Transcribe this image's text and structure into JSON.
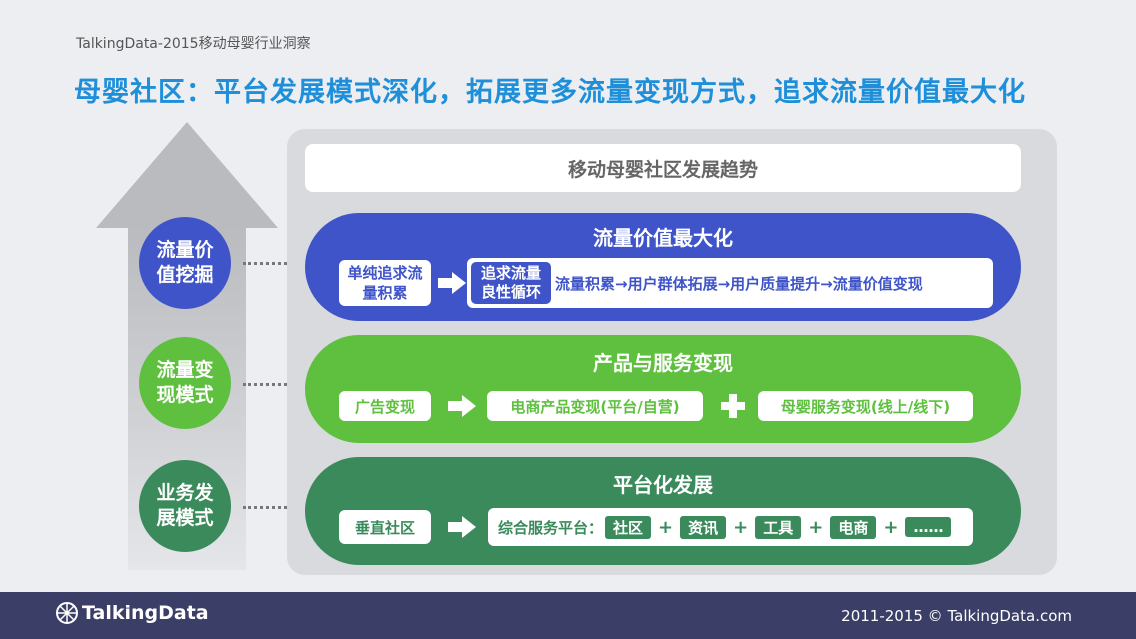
{
  "header": {
    "topline": "TalkingData-2015移动母婴行业洞察",
    "title": "母婴社区：平台发展模式深化，拓展更多流量变现方式，追求流量价值最大化"
  },
  "side_labels": [
    {
      "text": "流量价值挖掘"
    },
    {
      "text": "流量变现模式"
    },
    {
      "text": "业务发展模式"
    }
  ],
  "panel": {
    "title": "移动母婴社区发展趋势",
    "row1": {
      "title": "流量价值最大化",
      "left_box": "单纯追求流量积累",
      "tag": "追求流量良性循环",
      "chain": "流量积累→用户群体拓展→用户质量提升→流量价值变现"
    },
    "row2": {
      "title": "产品与服务变现",
      "box1": "广告变现",
      "box2": "电商产品变现(平台/自营)",
      "box3": "母婴服务变现(线上/线下)"
    },
    "row3": {
      "title": "平台化发展",
      "box1": "垂直社区",
      "prefix": "综合服务平台：",
      "tags": [
        "社区",
        "资讯",
        "工具",
        "电商",
        "……"
      ]
    }
  },
  "footer": {
    "logo": "TalkingData",
    "copyright": "2011-2015 © TalkingData.com"
  },
  "colors": {
    "title_blue": "#1e8fd8",
    "row1": "#3f54c8",
    "row2": "#5fc040",
    "row3": "#3a8a5c",
    "footer": "#3b3e66"
  }
}
